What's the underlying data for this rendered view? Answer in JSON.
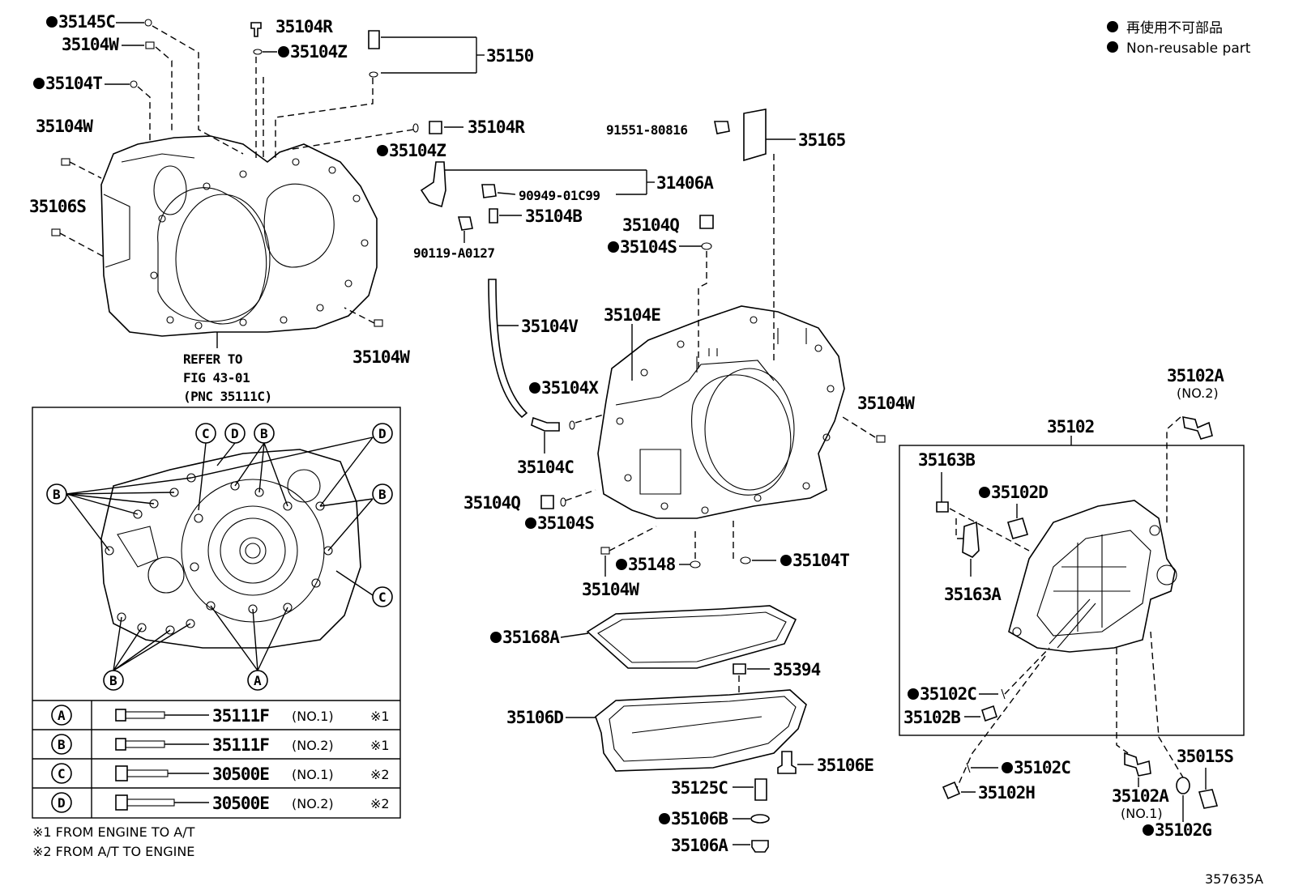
{
  "legend": {
    "jp": "再使用不可部品",
    "en": "Non-reusable part"
  },
  "figure_number": "357635A",
  "refer": {
    "line1": "REFER TO",
    "line2": "FIG 43-01",
    "line3": "(PNC 35111C)"
  },
  "labels": {
    "p35145C": "35145C",
    "p35104W_a": "35104W",
    "p35104T_a": "35104T",
    "p35104W_b": "35104W",
    "p35106S": "35106S",
    "p35104R_a": "35104R",
    "p35104Z_a": "35104Z",
    "p35150": "35150",
    "p35104R_b": "35104R",
    "p35104Z_b": "35104Z",
    "p91551": "91551-80816",
    "p35165": "35165",
    "p31406A": "31406A",
    "p90949": "90949-01C99",
    "p35104B": "35104B",
    "p90119": "90119-A0127",
    "p35104Q_a": "35104Q",
    "p35104S_a": "35104S",
    "p35104W_c": "35104W",
    "p35104V": "35104V",
    "p35104E": "35104E",
    "p35104X": "35104X",
    "p35104C": "35104C",
    "p35104Q_b": "35104Q",
    "p35104S_b": "35104S",
    "p35148": "35148",
    "p35104T_b": "35104T",
    "p35104W_d": "35104W",
    "p35104W_e": "35104W",
    "p35168A": "35168A",
    "p35394": "35394",
    "p35106D": "35106D",
    "p35106E": "35106E",
    "p35125C": "35125C",
    "p35106B": "35106B",
    "p35106A": "35106A",
    "p35102A_a": "35102A",
    "p35102A_a_no": "(NO.2)",
    "p35102": "35102",
    "p35163B": "35163B",
    "p35102D": "35102D",
    "p35163A": "35163A",
    "p35102C_a": "35102C",
    "p35102B": "35102B",
    "p35102C_b": "35102C",
    "p35102H": "35102H",
    "p35102A_b": "35102A",
    "p35102A_b_no": "(NO.1)",
    "p35015S": "35015S",
    "p35102G": "35102G"
  },
  "callouts": {
    "A": "A",
    "B": "B",
    "C": "C",
    "D": "D"
  },
  "bolt_table": {
    "rows": [
      {
        "key": "A",
        "part": "35111F",
        "no": "(NO.1)",
        "mark": "※1"
      },
      {
        "key": "B",
        "part": "35111F",
        "no": "(NO.2)",
        "mark": "※1"
      },
      {
        "key": "C",
        "part": "30500E",
        "no": "(NO.1)",
        "mark": "※2"
      },
      {
        "key": "D",
        "part": "30500E",
        "no": "(NO.2)",
        "mark": "※2"
      }
    ],
    "notes": [
      "※1 FROM ENGINE TO A/T",
      "※2 FROM A/T TO ENGINE"
    ]
  }
}
